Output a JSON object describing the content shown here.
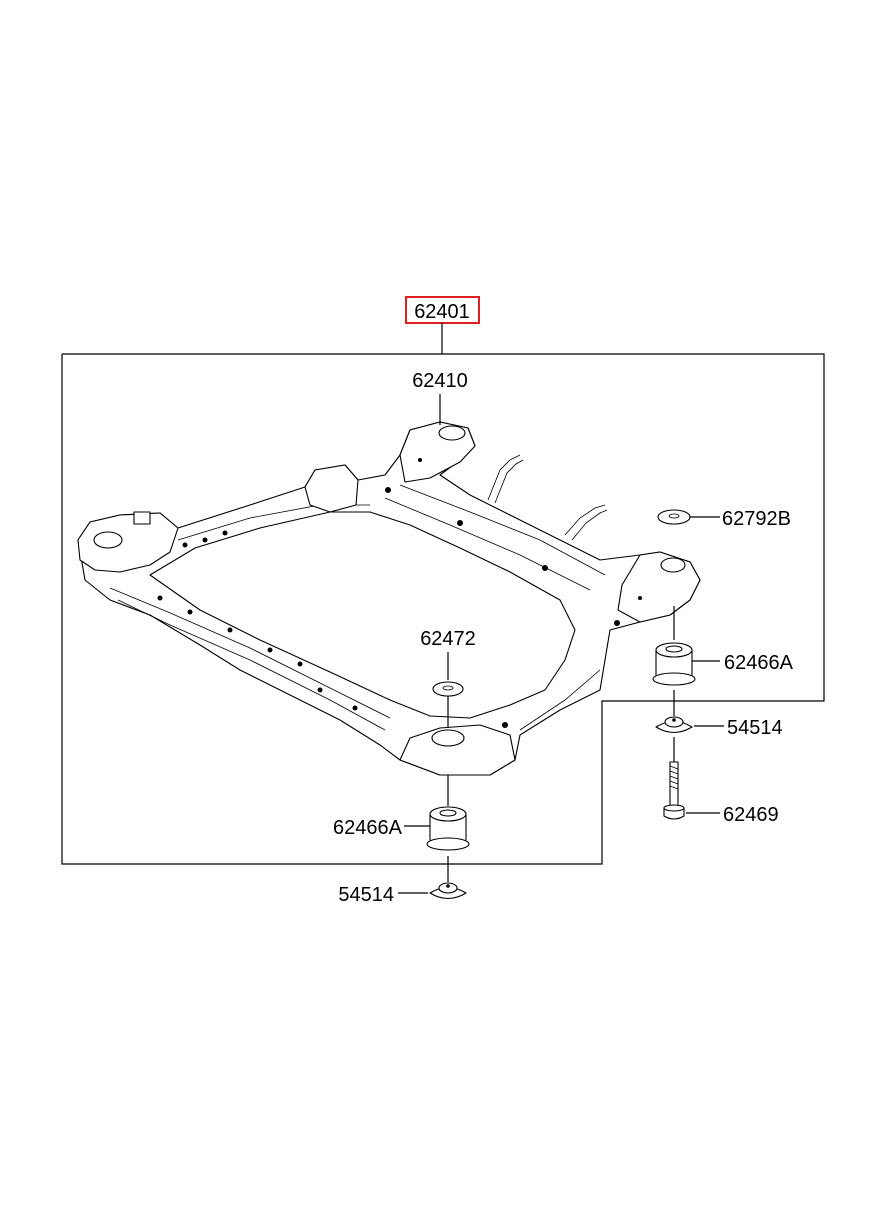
{
  "assembly_label": "62401",
  "highlight_color": "#e02020",
  "parts": {
    "crossmember": "62410",
    "stopper_top_right": "62792B",
    "bushing_right": "62466A",
    "washer_right": "54514",
    "bolt": "62469",
    "stopper_center": "62472",
    "bushing_center": "62466A",
    "washer_center": "54514"
  }
}
